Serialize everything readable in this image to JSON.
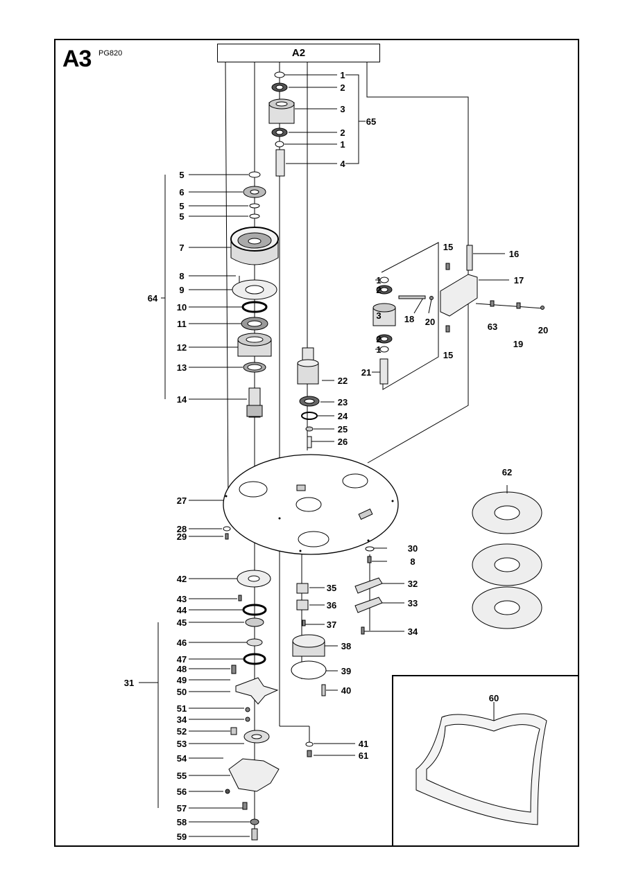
{
  "header": {
    "section_code": "A3",
    "model": "PG820",
    "ref_box": "A2"
  },
  "callouts": [
    "1",
    "2",
    "3",
    "2",
    "1",
    "4",
    "65",
    "5",
    "6",
    "5",
    "5",
    "7",
    "8",
    "9",
    "64",
    "10",
    "11",
    "12",
    "13",
    "14",
    "1",
    "2",
    "3",
    "2",
    "1",
    "21",
    "15",
    "16",
    "17",
    "18",
    "20",
    "63",
    "19",
    "20",
    "15",
    "22",
    "23",
    "24",
    "25",
    "26",
    "27",
    "28",
    "29",
    "42",
    "43",
    "44",
    "45",
    "46",
    "47",
    "48",
    "49",
    "31",
    "50",
    "51",
    "34",
    "52",
    "53",
    "54",
    "55",
    "56",
    "57",
    "58",
    "59",
    "30",
    "8",
    "35",
    "36",
    "37",
    "32",
    "33",
    "34",
    "38",
    "39",
    "40",
    "41",
    "61",
    "62",
    "60"
  ],
  "colors": {
    "line": "#000000",
    "part": "#d9d9d9",
    "partDark": "#9a9a9a",
    "background": "#ffffff"
  }
}
